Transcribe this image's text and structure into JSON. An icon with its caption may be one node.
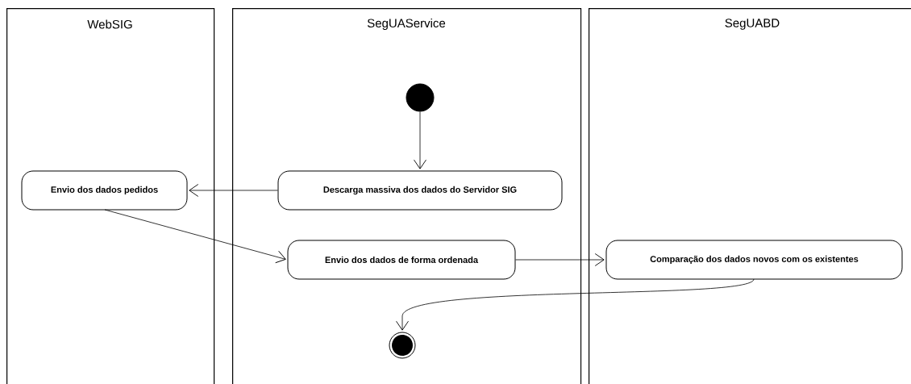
{
  "diagram": {
    "nodes": [
      {
        "text": [
          "WebSIG"
        ]
      },
      {
        "text": [
          "SegUAService"
        ]
      },
      {
        "text": [
          "SegUABD"
        ]
      },
      {
        "text": [],
        "shape": "circle",
        "in": 1
      },
      {
        "text": [
          "Descarga massiva dos dados do Servidor SIG"
        ],
        "in": 1
      },
      {
        "text": [
          "Envio dos dados pedidos"
        ],
        "in": 0
      },
      {
        "text": [
          "Envio dos dados de forma ordenada"
        ],
        "in": 1
      },
      {
        "text": [
          "Comparação dos dados novos com os existentes"
        ],
        "in": 2
      },
      {
        "text": [],
        "shape": "endpoint",
        "in": 1
      }
    ],
    "edges": [
      {
        "from": 3,
        "to": 4,
        "arrow": "to"
      },
      {
        "from": 4,
        "to": 5,
        "arrow": "to"
      },
      {
        "from": 5,
        "to": 6,
        "arrow": "to"
      },
      {
        "from": 6,
        "to": 7,
        "arrow": "to"
      },
      {
        "from": 7,
        "to": 8,
        "arrow": "to"
      }
    ]
  }
}
